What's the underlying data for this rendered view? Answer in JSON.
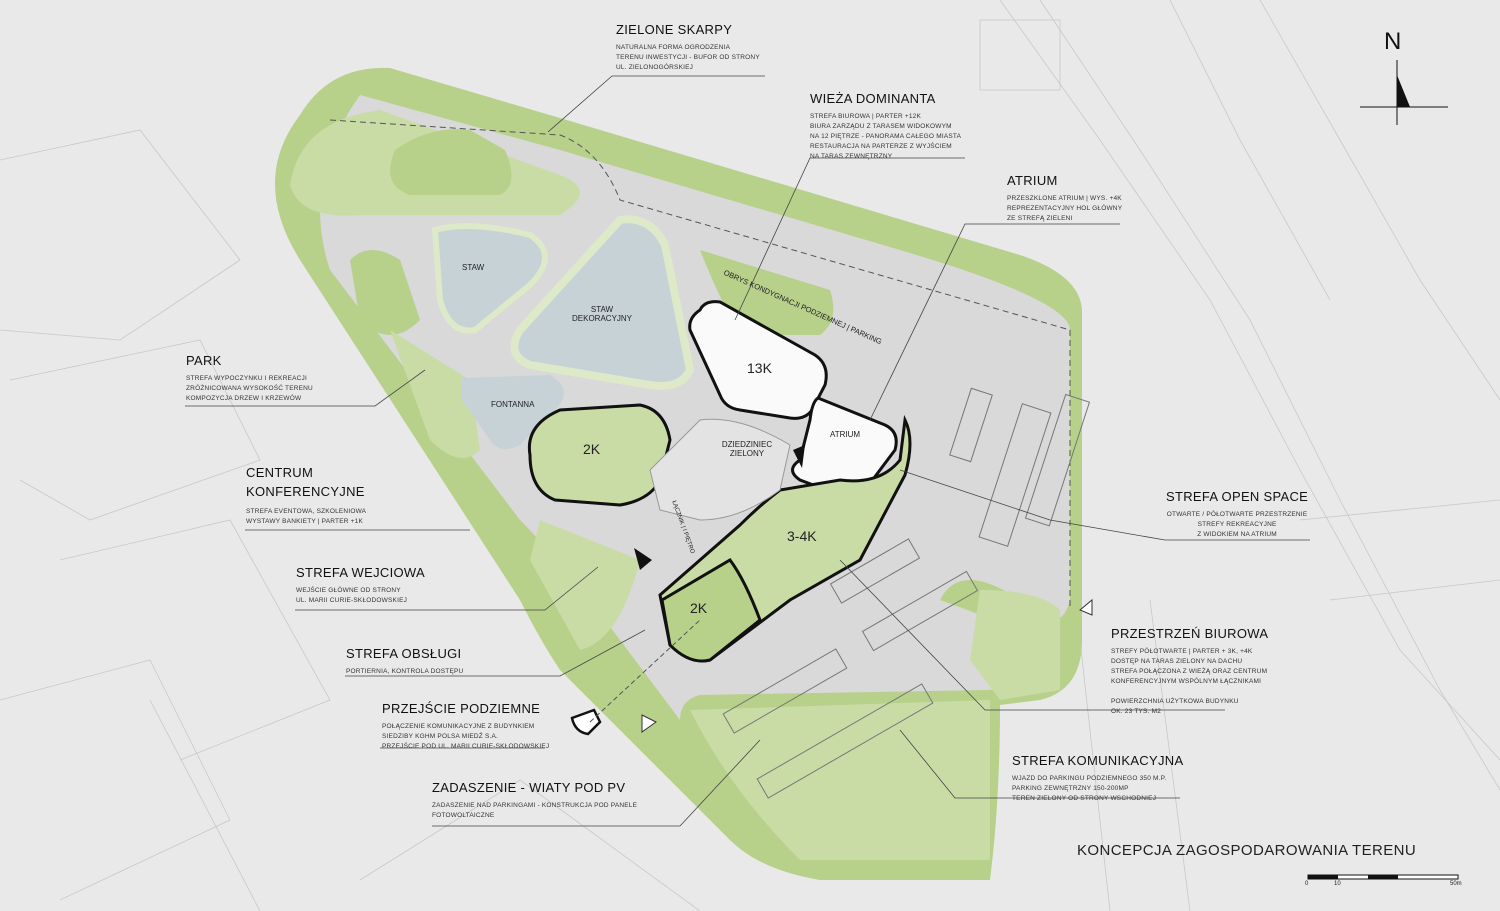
{
  "north": "N",
  "title": "KONCEPCJA ZAGOSPODAROWANIA TERENU",
  "scale": {
    "s0": "0",
    "s10": "10",
    "s50": "50m"
  },
  "labels": {
    "zielone": {
      "title": "ZIELONE SKARPY",
      "desc": "NATURALNA FORMA OGRODZENIA\nTERENU INWESTYCJI - BUFOR OD STRONY\nUL. ZIELONOGÓRSKIEJ"
    },
    "wieza": {
      "title": "WIEŻA DOMINANTA",
      "desc": "STREFA BIUROWA | PARTER +12K\nBIURA ZARZĄDU Z TARASEM WIDOKOWYM\nNA 12 PIĘTRZE - PANORAMA CAŁEGO MIASTA\nRESTAURACJA NA PARTERZE Z WYJŚCIEM\nNA TARAS ZEWNĘTRZNY"
    },
    "atrium": {
      "title": "ATRIUM",
      "desc": "PRZESZKLONE ATRIUM | WYS. +4K\nREPREZENTACYJNY HOL GŁÓWNY\nZE STREFĄ ZIELENI"
    },
    "park": {
      "title": "PARK",
      "desc": "STREFA WYPOCZYNKU I REKREACJI\nZRÓŻNICOWANA WYSOKOŚĆ TERENU\nKOMPOZYCJA DRZEW I KRZEWÓW"
    },
    "centrum": {
      "title": "CENTRUM\nKONFERENCYJNE",
      "desc": "STREFA EVENTOWA, SZKOLENIOWA\nWYSTAWY BANKIETY | PARTER +1K"
    },
    "wejsciowa": {
      "title": "STREFA WEJCIOWA",
      "desc": "WEJŚCIE GŁÓWNE OD STRONY\nUL. MARII CURIE-SKŁODOWSKIEJ"
    },
    "obslugi": {
      "title": "STREFA OBSŁUGI",
      "desc": "PORTIERNIA, KONTROLA DOSTĘPU"
    },
    "przejscie": {
      "title": "PRZEJŚCIE PODZIEMNE",
      "desc": "POŁĄCZENIE KOMUNIKACYJNE Z BUDYNKIEM\nSIEDZIBY KGHM POLSA MIEDŹ S.A.\nPRZEJŚCIE POD UL. MARII CURIE-SKŁODOWSKIEJ"
    },
    "zadaszenie": {
      "title": "ZADASZENIE - WIATY POD PV",
      "desc": "ZADASZENIE NAD PARKINGAMI - KONSTRUKCJA POD PANELE\nFOTOWOLTAICZNE"
    },
    "openspace": {
      "title": "STREFA OPEN SPACE",
      "desc": "OTWARTE  / PÓŁOTWARTE PRZESTRZENIE\nSTREFY REKREACYJNE\nZ WIDOKIEM NA ATRIUM"
    },
    "biurowa": {
      "title": "PRZESTRZEŃ BIUROWA",
      "desc": "STREFY PÓŁOTWARTE | PARTER + 3K, +4K\nDOSTĘP NA TARAS ZIELONY NA DACHU\nSTREFA POŁĄCZONA Z WIEŻĄ ORAZ CENTRUM\nKONFERENCYJNYM  WSPÓLNYM ŁĄCZNIKAMI\n \nPOWIERZCHNIA UŻYTKOWA BUDYNKU\nOK. 23 TYS. M2"
    },
    "komunikacyjna": {
      "title": "STREFA KOMUNIKACYJNA",
      "desc": "WJAZD DO PARKINGU PODZIEMNEGO 350 M.P.\nPARKING ZEWNĘTRZNY 150-200MP\nTEREN ZIELONY OD STRONY WSCHODNIEJ"
    }
  },
  "map_text": {
    "staw": "STAW",
    "staw_dek": "STAW\nDEKORACYJNY",
    "fontanna": "FONTANNA",
    "b13k": "13K",
    "atrium": "ATRIUM",
    "b2k_a": "2K",
    "b2k_b": "2K",
    "b34k": "3-4K",
    "dziedziniec": "DZIEDZINIEC\nZIELONY",
    "obrys": "OBRYS KONDYGNACJI PODZIEMNEJ | PARKING",
    "lacznik": "ŁĄCZNIK | I PIĘTRO"
  },
  "colors": {
    "bg": "#e9e9e9",
    "green_dark": "#b7d08a",
    "green_mid": "#c9dca6",
    "green_light": "#dde9c8",
    "water": "#c6d2d6",
    "paving": "#d9d9d9",
    "line": "#222222"
  }
}
